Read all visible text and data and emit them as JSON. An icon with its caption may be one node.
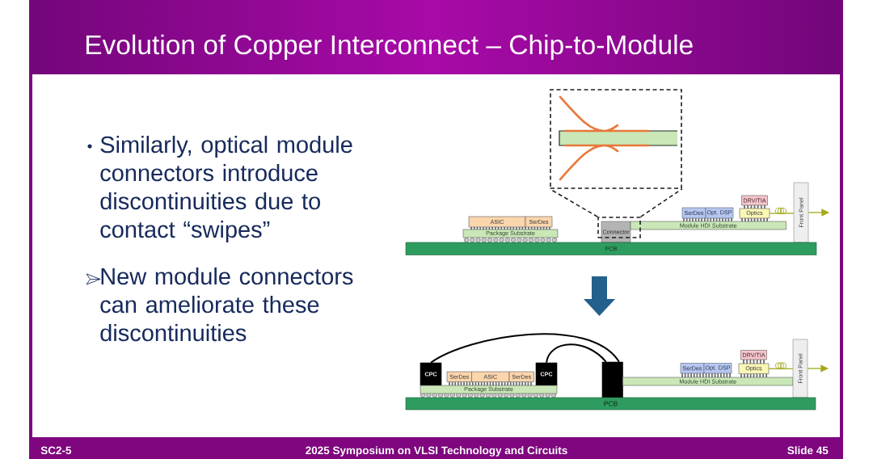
{
  "diagram": {
    "title": "Evolution of Copper Interconnect – Chip-to-Module",
    "nodes": [
      {
        "text": [],
        "shape": "picture"
      },
      {
        "text": [],
        "shape": "box"
      },
      {
        "text": [
          "ASIC"
        ]
      },
      {
        "text": [
          "SerDes"
        ]
      },
      {
        "text": [
          "Package Substrate"
        ]
      },
      {
        "text": [
          "Connector"
        ]
      },
      {
        "text": [
          "SerDes"
        ]
      },
      {
        "text": [
          "Opt. DSP"
        ]
      },
      {
        "text": [
          "DRV/TIA"
        ]
      },
      {
        "text": [
          "Optics"
        ]
      },
      {
        "text": [
          "Module HDI Substrate"
        ]
      },
      {
        "text": [
          "Front Panel"
        ]
      },
      {
        "text": [
          "PCB"
        ]
      },
      {
        "text": [
          "CPC"
        ]
      },
      {
        "text": [
          "SerDes"
        ]
      },
      {
        "text": [
          "ASIC"
        ]
      },
      {
        "text": [
          "SerDes"
        ]
      },
      {
        "text": [
          "CPC"
        ]
      },
      {
        "text": [
          "Package Substrate"
        ]
      },
      {
        "text": [],
        "shape": "box"
      },
      {
        "text": [
          "SerDes"
        ]
      },
      {
        "text": [
          "Opt. DSP"
        ]
      },
      {
        "text": [
          "DRV/TIA"
        ]
      },
      {
        "text": [
          "Optics"
        ]
      },
      {
        "text": [
          "Module HDI Substrate"
        ]
      },
      {
        "text": [
          "Front Panel"
        ]
      },
      {
        "text": [
          "PCB"
        ]
      }
    ],
    "edges": [
      {
        "from": 1,
        "to": 0,
        "arrow": "none",
        "style": "dashed",
        "color": "#1e1e1e"
      },
      {
        "from": 1,
        "to": 0,
        "arrow": "none",
        "style": "dashed",
        "color": "#1e1e1e"
      },
      {
        "from": 9,
        "to": 11,
        "arrow": "none",
        "color": "#a4a81a"
      },
      {
        "from": 11,
        "to": null,
        "arrow": "to",
        "color": "#a4a81a"
      },
      {
        "from": 13,
        "to": 19,
        "arrow": "none",
        "color": "#000000"
      },
      {
        "from": 17,
        "to": 19,
        "arrow": "none",
        "color": "#000000"
      },
      {
        "from": 23,
        "to": 25,
        "arrow": "none",
        "color": "#a4a81a"
      },
      {
        "from": 25,
        "to": null,
        "arrow": "to",
        "color": "#a4a81a"
      }
    ],
    "labels": [
      "Similarly, optical module connectors introduce discontinuities due to contact “swipes”",
      "New module connectors can ameliorate these discontinuities",
      "SC2-5",
      "2025 Symposium on VLSI Technology and Circuits",
      "Slide 45"
    ]
  }
}
